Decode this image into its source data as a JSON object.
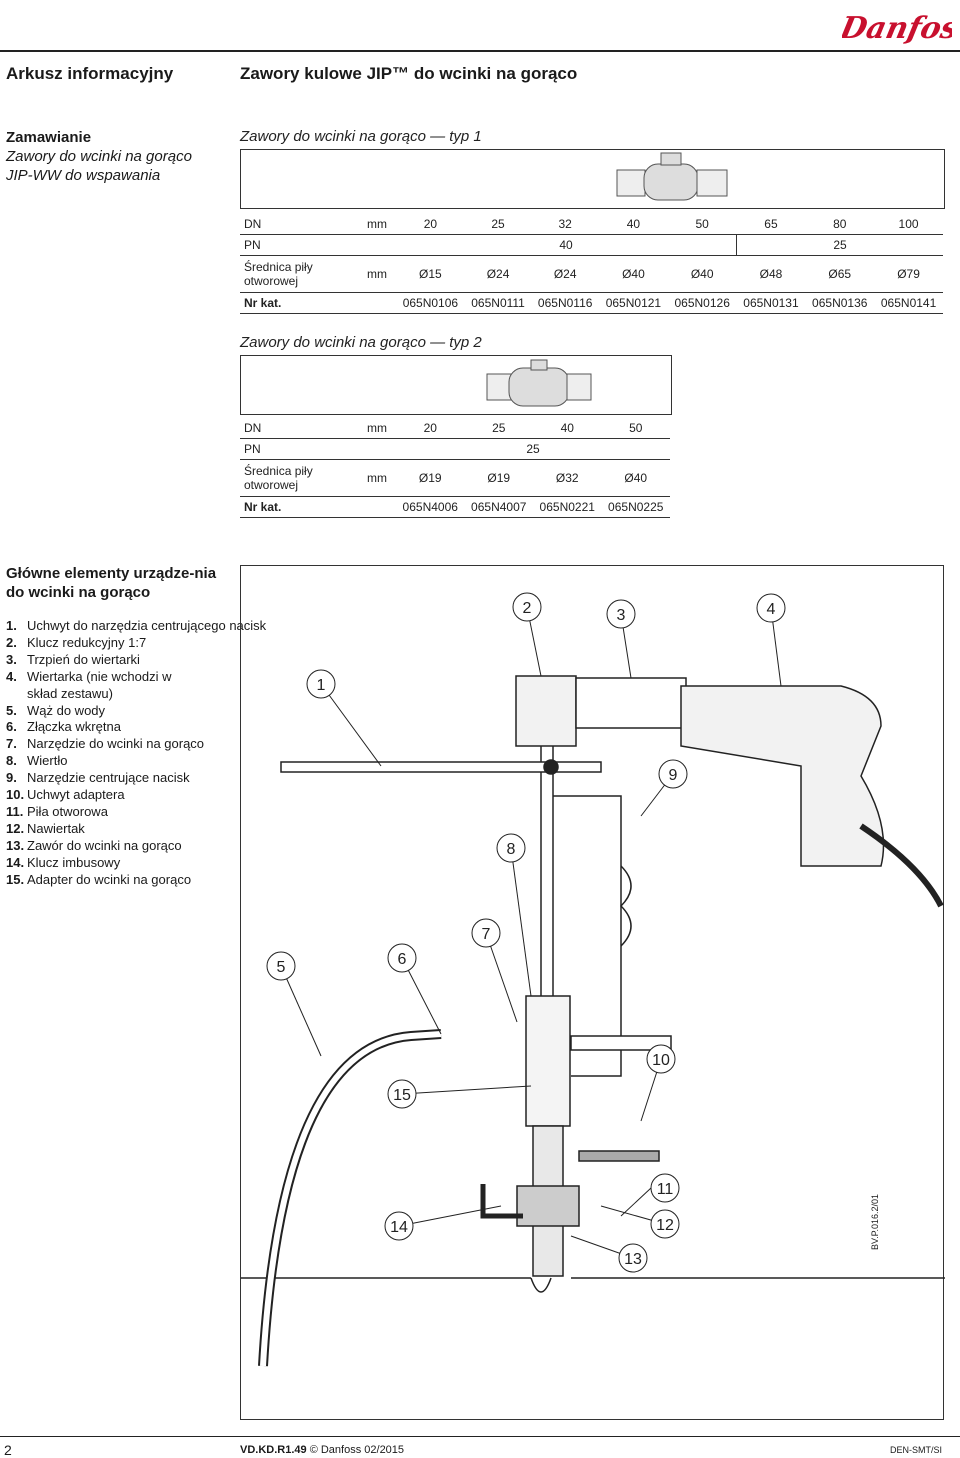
{
  "brand": "Danfoss",
  "header": {
    "left": "Arkusz informacyjny",
    "right": "Zawory kulowe JIP™ do wcinki na gorąco"
  },
  "ordering": {
    "title": "Zamawianie",
    "line1": "Zawory do wcinki na gorąco",
    "line2": "JIP-WW do wspawania"
  },
  "type1": {
    "title": "Zawory do wcinki na gorąco — typ 1",
    "dn_label": "DN",
    "unit": "mm",
    "dn": [
      "20",
      "25",
      "32",
      "40",
      "50",
      "65",
      "80",
      "100"
    ],
    "pn_label": "PN",
    "pn": [
      "40",
      "25"
    ],
    "saw_label": "Średnica piły otworowej",
    "saw": [
      "Ø15",
      "Ø24",
      "Ø24",
      "Ø40",
      "Ø40",
      "Ø48",
      "Ø65",
      "Ø79"
    ],
    "nr_label": "Nr kat.",
    "nr": [
      "065N0106",
      "065N0111",
      "065N0116",
      "065N0121",
      "065N0126",
      "065N0131",
      "065N0136",
      "065N0141"
    ]
  },
  "type2": {
    "title": "Zawory do wcinki na gorąco — typ 2",
    "dn_label": "DN",
    "unit": "mm",
    "dn": [
      "20",
      "25",
      "40",
      "50"
    ],
    "pn_label": "PN",
    "pn": [
      "25"
    ],
    "saw_label": "Średnica piły otworowej",
    "saw": [
      "Ø19",
      "Ø19",
      "Ø32",
      "Ø40"
    ],
    "nr_label": "Nr kat.",
    "nr": [
      "065N4006",
      "065N4007",
      "065N0221",
      "065N0225"
    ]
  },
  "parts": {
    "title": "Główne elementy urządze-nia do wcinki na gorąco",
    "items": [
      {
        "n": "1.",
        "t": "Uchwyt do narzędzia centrującego nacisk"
      },
      {
        "n": "2.",
        "t": "Klucz redukcyjny 1:7"
      },
      {
        "n": "3.",
        "t": "Trzpień do wiertarki"
      },
      {
        "n": "4.",
        "t": "Wiertarka (nie wchodzi w skład zestawu)"
      },
      {
        "n": "5.",
        "t": "Wąż do wody"
      },
      {
        "n": "6.",
        "t": "Złączka wkrętna"
      },
      {
        "n": "7.",
        "t": "Narzędzie do wcinki na gorąco"
      },
      {
        "n": "8.",
        "t": "Wiertło"
      },
      {
        "n": "9.",
        "t": "Narzędzie centrujące nacisk"
      },
      {
        "n": "10.",
        "t": "Uchwyt adaptera"
      },
      {
        "n": "11.",
        "t": "Piła otworowa"
      },
      {
        "n": "12.",
        "t": "Nawiertak"
      },
      {
        "n": "13.",
        "t": "Zawór do wcinki na gorąco"
      },
      {
        "n": "14.",
        "t": "Klucz imbusowy"
      },
      {
        "n": "15.",
        "t": "Adapter do wcinki na gorąco"
      }
    ]
  },
  "callouts": [
    "1",
    "2",
    "3",
    "4",
    "5",
    "6",
    "7",
    "8",
    "9",
    "10",
    "11",
    "12",
    "13",
    "14",
    "15"
  ],
  "drawing_code": "BV.P.016.2/01",
  "footer": {
    "page": "2",
    "doc": "VD.KD.R1.49",
    "copy": "© Danfoss 02/2015",
    "dept": "DEN-SMT/SI"
  }
}
